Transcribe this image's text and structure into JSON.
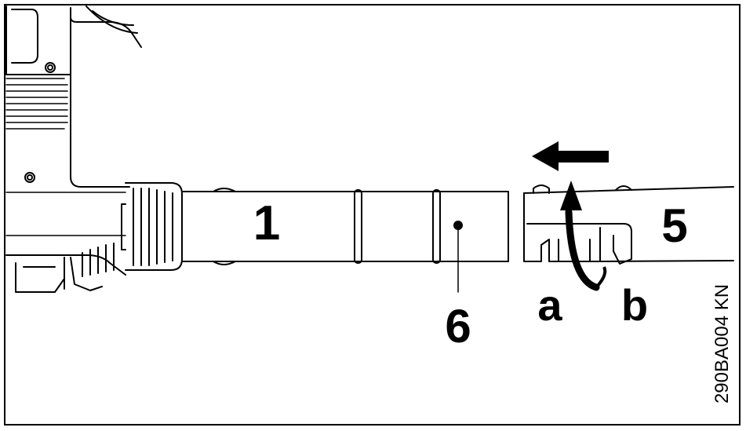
{
  "figure": {
    "callouts": {
      "tube": "1",
      "nozzle": "5",
      "marker": "6",
      "position_a": "a",
      "position_b": "b"
    },
    "reference_code": "290BA004 KN",
    "colors": {
      "line": "#000000",
      "background": "#ffffff"
    },
    "icons": {
      "push_direction": "arrow-left-icon",
      "twist_direction": "curved-arrow-up-icon"
    }
  }
}
